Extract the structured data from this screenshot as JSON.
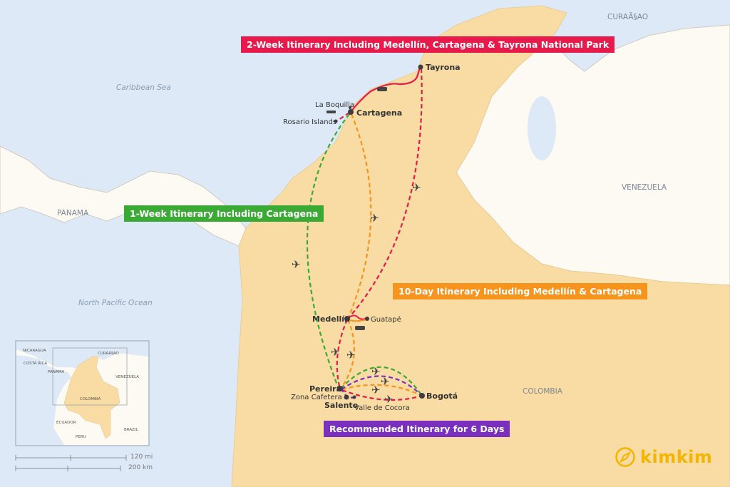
{
  "itineraries": {
    "two_week": {
      "label": "2-Week Itinerary Including Medellín, Cartagena & Tayrona National Park",
      "color": "#e8194b"
    },
    "one_week": {
      "label": "1-Week Itinerary Including Cartagena",
      "color": "#3aaa35"
    },
    "ten_day": {
      "label": "10-Day Itinerary Including Medellín & Cartagena",
      "color": "#f7941d"
    },
    "six_day": {
      "label": "Recommended Itinerary for 6 Days",
      "color": "#7b2fbf"
    }
  },
  "cities": {
    "tayrona": "Tayrona",
    "cartagena": "Cartagena",
    "la_boquilla": "La Boquilla",
    "rosario": "Rosario Islands",
    "medellin": "Medellín",
    "guatape": "Guatapé",
    "pereira": "Pereira",
    "zona_cafetera": "Zona Cafetera",
    "salento": "Salento",
    "valle_cocora": "Valle de Cocora",
    "bogota": "Bogotá"
  },
  "regions": {
    "caribbean_sea": "Caribbean Sea",
    "north_pacific": "North Pacific Ocean",
    "panama": "PANAMA",
    "venezuela": "VENEZUELA",
    "colombia": "COLOMBIA",
    "curacao": "CURAÃ§AO"
  },
  "inset": {
    "nicaragua": "NICARAGUA",
    "costa_rica": "COSTA RICA",
    "panama": "PANAMA",
    "curacao": "CURAÃ§AO",
    "venezuela": "VENEZUELA",
    "colombia": "COLOMBIA",
    "ecuador": "ECUADOR",
    "peru": "PERU",
    "brazil": "BRAZIL"
  },
  "scale": {
    "miles": "120 mi",
    "km": "200 km"
  },
  "brand": {
    "name": "kimkim",
    "color": "#f4b400"
  }
}
